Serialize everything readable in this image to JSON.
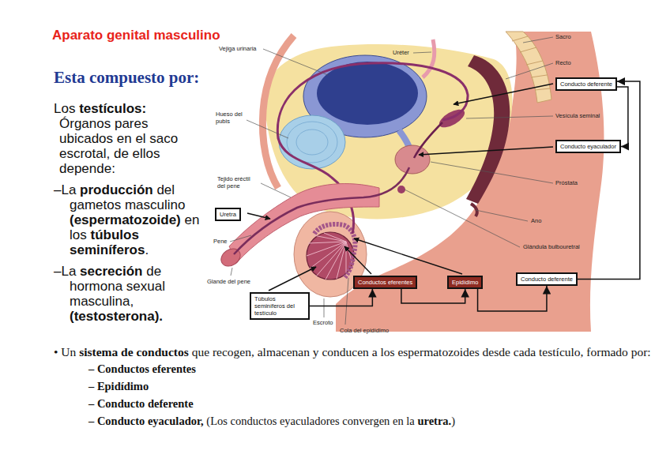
{
  "diagram": {
    "title": "Aparato genital masculino",
    "nodes": [
      {
        "text": [
          "Conducto deferente"
        ]
      },
      {
        "text": [
          "Conducto eyaculador"
        ]
      },
      {
        "text": [
          "Uretra"
        ]
      },
      {
        "text": [
          "Conductos eferentes"
        ]
      },
      {
        "text": [
          "Epidídimo"
        ]
      },
      {
        "text": [
          "Conducto deferente"
        ]
      },
      {
        "text": [
          "Túbulos seminíferos del testículo"
        ]
      }
    ],
    "edges": [
      {
        "from": 6,
        "to": 3,
        "arrow": "to"
      },
      {
        "from": 3,
        "to": 4,
        "arrow": "to"
      },
      {
        "from": 4,
        "to": 5,
        "arrow": "to"
      },
      {
        "from": 5,
        "to": 0,
        "arrow": "to"
      },
      {
        "from": 0,
        "to": 1,
        "arrow": "to"
      }
    ],
    "labels": [
      "Vejiga urinaria",
      "Uréter",
      "Sacro",
      "Recto",
      "Hueso del pubis",
      "Vesícula seminal",
      "Tejido eréctil del pene",
      "Próstata",
      "Pene",
      "Ano",
      "Glándula bulbouretral",
      "Glande del pene",
      "Escroto",
      "Cola del epidídimo",
      "Esta compuesto por:",
      "Los",
      "testículos:",
      "Órganos pares ubicados en el saco escrotal, de ellos depende:",
      "–La",
      "producción",
      "del gametos masculino",
      "(espermatozoide)",
      "en los",
      "túbulos seminíferos",
      ".",
      "–La",
      "secreción",
      "de hormona sexual masculina,",
      "(testosterona).",
      "•",
      "Un",
      "sistema de conductos",
      "que recogen, almacenan y conducen a los espermatozoides desde cada testículo, formado por:",
      "– Conductos eferentes",
      "– Epidídimo",
      "– Conducto deferente",
      "– Conducto eyaculador,",
      "(Los conductos eyaculadores convergen en la",
      "uretra.",
      ")"
    ]
  }
}
